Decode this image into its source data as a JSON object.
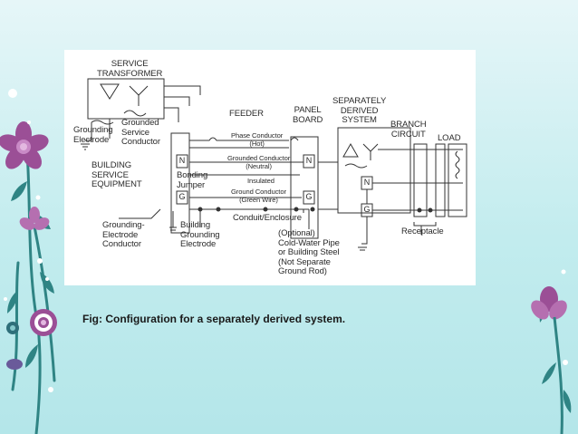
{
  "diagram": {
    "labels": {
      "service_transformer": "SERVICE\nTRANSFORMER",
      "grounding_electrode": "Grounding\nElectrode",
      "grounded_service_conductor": "Grounded\nService\nConductor",
      "building_service_equipment": "BUILDING\nSERVICE\nEQUIPMENT",
      "bonding_jumper": "Bonding\nJumper",
      "grounding_electrode_conductor": "Grounding-\nElectrode\nConductor",
      "building_grounding_electrode": "Building\nGrounding\nElectrode",
      "feeder": "FEEDER",
      "phase_conductor": "Phase Conductor\n(Hot)",
      "grounded_conductor": "Grounded Conductor\n(Neutral)",
      "insulated": "Insulated",
      "ground_conductor": "Ground Conductor\n(Green Wire)",
      "conduit_enclosure": "Conduit/Enclosure",
      "panel_board": "PANEL\nBOARD",
      "separately_derived_system": "SEPARATELY\nDERIVED\nSYSTEM",
      "branch_circuit": "BRANCH\nCIRCUIT",
      "load": "LOAD",
      "receptacle": "Receptacle",
      "optional_note": "(Optional)\nCold-Water Pipe\nor Building Steel\n(Not Separate\nGround Rod)",
      "n_letter": "N",
      "g_letter": "G"
    }
  },
  "caption": "Fig: Configuration for a separately derived system.",
  "colors": {
    "background_top": "#e6f6f8",
    "background_bottom": "#b4e6e9",
    "flower_purple": "#9b4f96",
    "flower_light": "#c98ac6",
    "stem_teal": "#2d7f80"
  }
}
